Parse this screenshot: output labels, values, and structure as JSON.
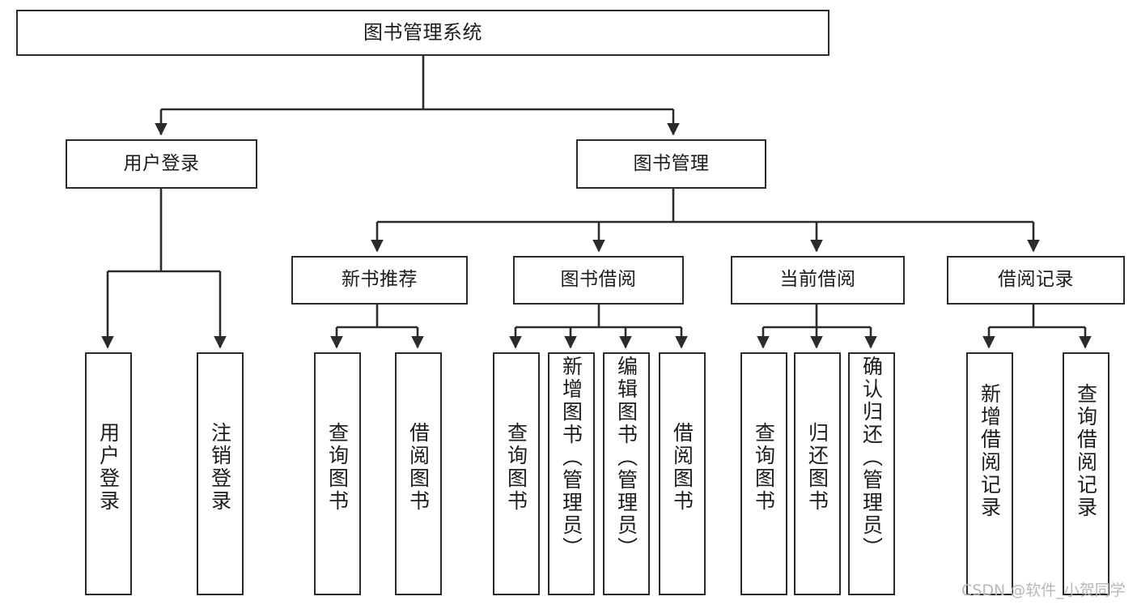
{
  "diagram": {
    "type": "tree-hierarchy",
    "title": "图书管理系统",
    "orientation": "top-down",
    "levels": 4
  },
  "root": {
    "label": "图书管理系统"
  },
  "level2": [
    {
      "id": "user-login",
      "label": "用户登录"
    },
    {
      "id": "book-management",
      "label": "图书管理"
    }
  ],
  "level3": [
    {
      "id": "new-book-recommend",
      "label": "新书推荐"
    },
    {
      "id": "book-borrow",
      "label": "图书借阅"
    },
    {
      "id": "current-borrow",
      "label": "当前借阅"
    },
    {
      "id": "borrow-record",
      "label": "借阅记录"
    }
  ],
  "leaves": {
    "user_login": [
      {
        "id": "leaf-user-login",
        "label": "用户登录"
      },
      {
        "id": "leaf-logout-login",
        "label": "注销登录"
      }
    ],
    "new_book_recommend": [
      {
        "id": "leaf-query-book-1",
        "label": "查询图书"
      },
      {
        "id": "leaf-borrow-book-1",
        "label": "借阅图书"
      }
    ],
    "book_borrow": [
      {
        "id": "leaf-query-book-2",
        "label": "查询图书"
      },
      {
        "id": "leaf-add-book",
        "label": "新增图书（管理员）"
      },
      {
        "id": "leaf-edit-book",
        "label": "编辑图书（管理员）"
      },
      {
        "id": "leaf-borrow-book-2",
        "label": "借阅图书"
      }
    ],
    "current_borrow": [
      {
        "id": "leaf-query-book-3",
        "label": "查询图书"
      },
      {
        "id": "leaf-return-book",
        "label": "归还图书"
      },
      {
        "id": "leaf-confirm-return",
        "label": "确认归还（管理员）"
      }
    ],
    "borrow_record": [
      {
        "id": "leaf-add-record",
        "label": "新增借阅记录"
      },
      {
        "id": "leaf-query-record",
        "label": "查询借阅记录"
      }
    ]
  },
  "watermark": {
    "text": "CSDN @软件_小贺同学"
  },
  "colors": {
    "border": "#2b2b2b",
    "text": "#1c1c1c",
    "background": "#ffffff",
    "watermark": "#b8b8b8"
  }
}
